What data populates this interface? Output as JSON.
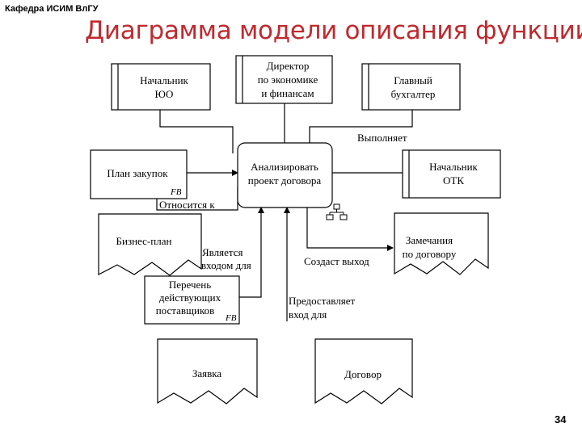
{
  "header": {
    "department": "Кафедра ИСИМ ВлГУ",
    "title": "Диаграмма модели описания функции",
    "page_number": "34"
  },
  "diagram": {
    "center": [
      "Анализировать",
      "проект договора"
    ],
    "actors": {
      "head_yuo": [
        "Начальник",
        "ЮО"
      ],
      "director": [
        "Директор",
        "по экономике",
        "и финансам"
      ],
      "chief_accountant": [
        "Главный",
        "бухгалтер"
      ],
      "head_otk": [
        "Начальник",
        "ОТК"
      ]
    },
    "inputs": {
      "purchase_plan": "План закупок",
      "supplier_list": [
        "Перечень",
        "действующих",
        "поставщиков"
      ]
    },
    "documents": {
      "business_plan": "Бизнес-план",
      "remarks": [
        "Замечания",
        "по договору"
      ],
      "application": "Заявка",
      "contract": "Договор"
    },
    "fb_marker": "FB",
    "relations": {
      "executes": "Выполняет",
      "relates_to": "Относится к",
      "is_input_for": [
        "Является",
        "входом для"
      ],
      "creates_output": "Создаст выход",
      "provides_input": [
        "Предоставляет",
        "вход для"
      ]
    },
    "colors": {
      "title": "#c0292e",
      "lines": "#000000"
    }
  }
}
